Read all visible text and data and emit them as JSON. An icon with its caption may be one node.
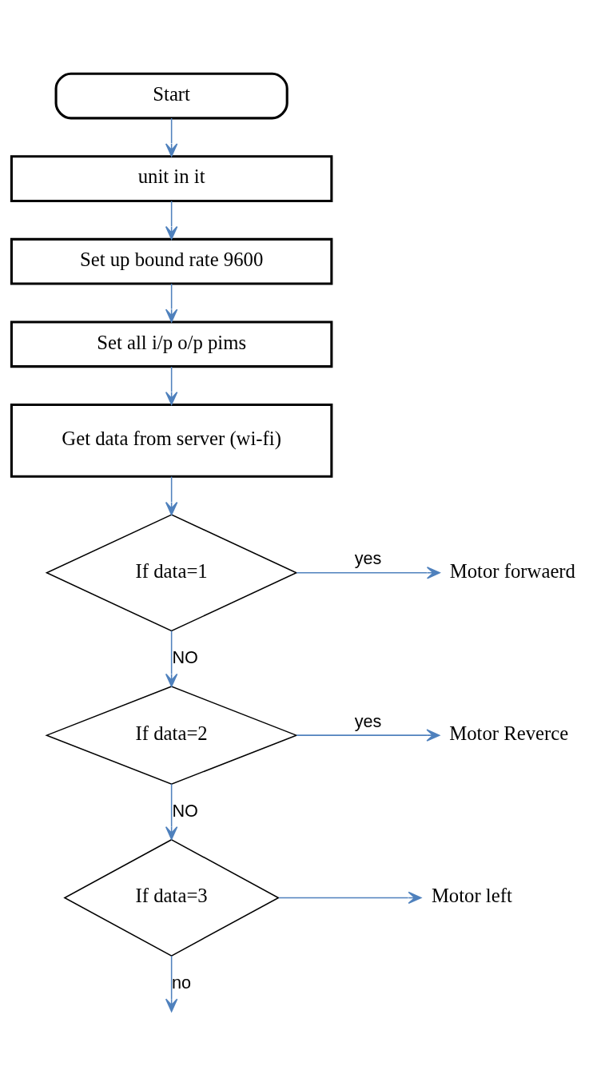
{
  "diagram": {
    "nodes": [
      {
        "text": [
          "Start"
        ]
      },
      {
        "text": [
          "unit in it"
        ]
      },
      {
        "text": [
          "Set up bound rate 9600"
        ]
      },
      {
        "text": [
          "Set all i/p o/p pims"
        ]
      },
      {
        "text": [
          "Get data from server (wi-fi)"
        ]
      },
      {
        "text": [
          "If data=1"
        ]
      },
      {
        "text": [
          "Motor forwaerd"
        ]
      },
      {
        "text": [
          "If data=2"
        ]
      },
      {
        "text": [
          "Motor Reverce"
        ]
      },
      {
        "text": [
          "If data=3"
        ]
      },
      {
        "text": [
          "Motor left"
        ]
      }
    ],
    "edges": [
      {
        "from": 0,
        "to": 1,
        "arrow": "to"
      },
      {
        "from": 1,
        "to": 2,
        "arrow": "to"
      },
      {
        "from": 2,
        "to": 3,
        "arrow": "to"
      },
      {
        "from": 3,
        "to": 4,
        "arrow": "to"
      },
      {
        "from": 4,
        "to": 5,
        "arrow": "to"
      },
      {
        "from": 5,
        "to": 6,
        "arrow": "to",
        "label": "yes"
      },
      {
        "from": 5,
        "to": 7,
        "arrow": "to",
        "label": "NO"
      },
      {
        "from": 7,
        "to": 8,
        "arrow": "to",
        "label": "yes"
      },
      {
        "from": 7,
        "to": 9,
        "arrow": "to",
        "label": "NO"
      },
      {
        "from": 9,
        "to": 10,
        "arrow": "to"
      },
      {
        "from": 9,
        "to": null,
        "arrow": "to",
        "label": "no"
      }
    ]
  }
}
